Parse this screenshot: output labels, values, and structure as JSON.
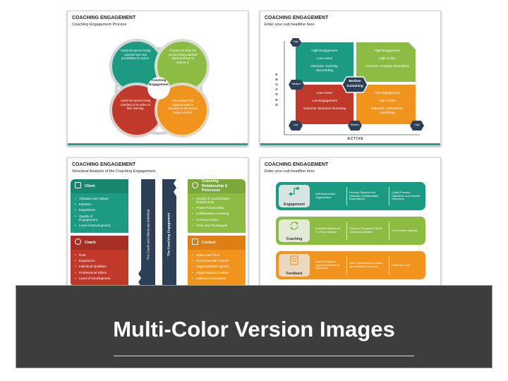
{
  "banner": {
    "title": "Multi-Color Version Images"
  },
  "colors": {
    "green": "#1c9a82",
    "lime": "#8cbc44",
    "red": "#c0392b",
    "orange": "#f0941e",
    "navy": "#2e4057",
    "teal_bar": "#27a08a"
  },
  "slide1": {
    "title": "COACHING ENGAGEMENT",
    "subtitle": "Coaching Engagement Process",
    "center": "Coaching Engagement",
    "quadrants": [
      {
        "text": "Assist the person being coached see new possibilities for action."
      },
      {
        "text": "Focuses on what the person being coached wants and how to achieve it."
      },
      {
        "text": "Assist the person being coached to be active in their learning."
      },
      {
        "text": "Encourages and supports what is important to the person being coached."
      }
    ]
  },
  "slide2": {
    "title": "COACHING ENGAGEMENT",
    "subtitle": "Enter your sub headline here",
    "y_axis": "ENGAGED",
    "x_axis": "ACTIVE",
    "hex_labels": {
      "high_top": "High",
      "medium_left": "Medium",
      "low_origin": "Low",
      "medium_bottom": "Medium",
      "high_right": "High",
      "center": "Medium Sustaining"
    },
    "quadrants": {
      "top_left": [
        "High-Engagement",
        "Low-Active",
        "Outcome: Serenity-Succeeding"
      ],
      "top_right": [
        "High-Engagement",
        "High-Active",
        "Outcome: Ecstasy-Stimulating"
      ],
      "bottom_left": [
        "Low-Active",
        "Low-Engagement",
        "Outcome: Boredom-Surviving"
      ],
      "bottom_right": [
        "Low-Engagement",
        "High-Active",
        "Outcome: Submission-Sacrificing"
      ]
    }
  },
  "slide3": {
    "title": "COACHING ENGAGEMENT",
    "subtitle": "Structural Analysis of the Coaching Engagement",
    "client": {
      "title": "Client",
      "items": [
        "Attitudes and Values",
        "Intention",
        "Experience",
        "Quality of Engagement",
        "Level of Development"
      ]
    },
    "coach": {
      "title": "Coach",
      "items": [
        "Role",
        "Experience",
        "Individual Qualities",
        "Professional Ethics",
        "Level of Development"
      ]
    },
    "relationship": {
      "title": "Coaching Relationship & Processes",
      "items": [
        "Quality of Coach/Client Relationship",
        "Power Relationship",
        "Collaboration Learning",
        "Communication",
        "Tools and Techniques"
      ]
    },
    "context": {
      "title": "Context",
      "items": [
        "Space and Time",
        "Environmental Factors",
        "Organizational Agenda",
        "Organizational Culture",
        "Relevant Discourses"
      ]
    },
    "pillar_left": "The Coach and Clients are individual",
    "pillar_right": "The Coaching Engagement"
  },
  "slide4": {
    "title": "COACHING ENGAGEMENT",
    "subtitle": "Enter your sub headline here",
    "rows": [
      {
        "label": "Engagement",
        "cells": [
          "Individual and/or Organization",
          "Develop Rapport and Establish Confidentiality Expectations",
          "Clarify Process Objectives and Desired Outcomes"
        ]
      },
      {
        "label": "Coaching",
        "cells": [
          "Establish Milestones For Each Session",
          "Check on Progress Course Correct as Needed",
          "Client Driven Agenda"
        ]
      },
      {
        "label": "Feedback",
        "cells": [
          "Assess Progress Against Established Objectives",
          "Gain Commitment to Action and Establish Timelines",
          "Close the Loop"
        ]
      }
    ]
  }
}
